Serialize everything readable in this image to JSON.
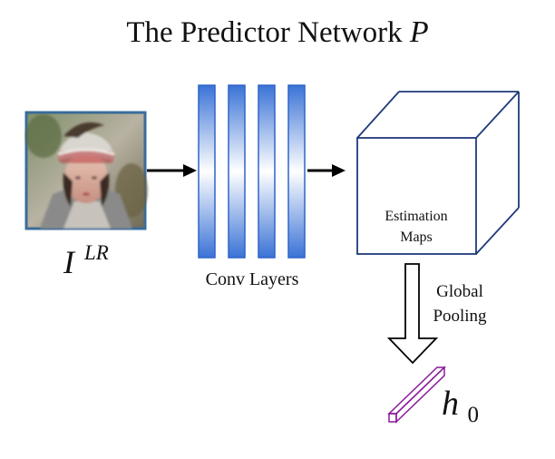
{
  "title": {
    "text": "The Predictor Network",
    "symbol": "P"
  },
  "input": {
    "label_base": "I",
    "label_sup": "LR",
    "thumbnail_description": "low-resolution portrait photo"
  },
  "conv": {
    "label": "Conv Layers",
    "layer_count": 4
  },
  "maps": {
    "label_line1": "Estimation",
    "label_line2": "Maps"
  },
  "pooling": {
    "label_line1": "Global",
    "label_line2": "Pooling"
  },
  "output": {
    "label_base": "h",
    "label_sub": "0"
  },
  "colors": {
    "layer_edge": "#2f64c8",
    "layer_fill_dark": "#3b73d6",
    "layer_fill_light": "#ffffff",
    "cube_stroke": "#1f3a7a",
    "arrow": "#000000",
    "vector_stroke": "#8a1a9a",
    "photo_border": "#3a6c9a"
  }
}
